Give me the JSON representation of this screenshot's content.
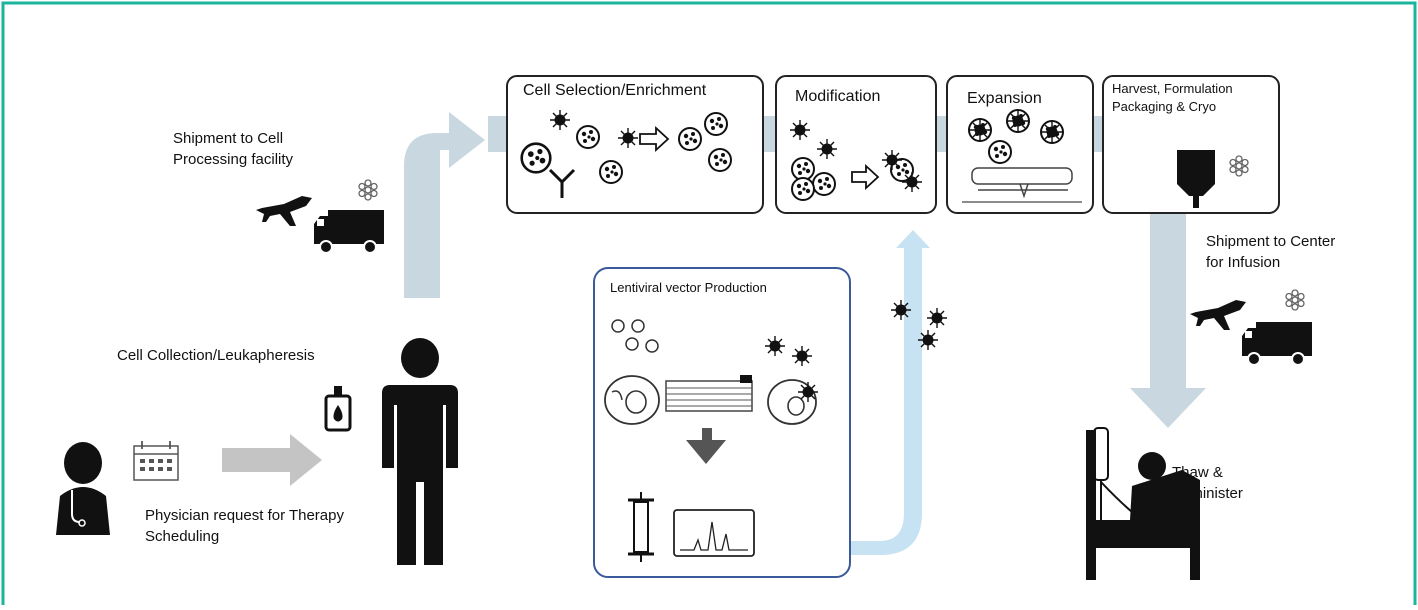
{
  "labels": {
    "shipment_to_cell_line1": "Shipment to Cell",
    "shipment_to_cell_line2": "Processing facility",
    "cell_collection": "Cell Collection/Leukapheresis",
    "physician_line1": "Physician request for Therapy",
    "physician_line2": "Scheduling",
    "shipment_to_center_line1": "Shipment to Center",
    "shipment_to_center_line2": "for Infusion",
    "thaw_line1": "Thaw &",
    "thaw_line2": "Administer"
  },
  "boxes": {
    "selection": "Cell Selection/Enrichment",
    "modification": "Modification",
    "expansion": "Expansion",
    "harvest_line1": "Harvest, Formulation",
    "harvest_line2": "Packaging & Cryo",
    "lentiviral": "Lentiviral vector Production"
  },
  "colors": {
    "frame": "#1ab59c",
    "main_arrow": "#c9d7e0",
    "vector_arrow": "#c7e2f3",
    "lenti_border": "#3b5a9a",
    "gray_arrow": "#c4c4c4",
    "icon": "#111111"
  }
}
